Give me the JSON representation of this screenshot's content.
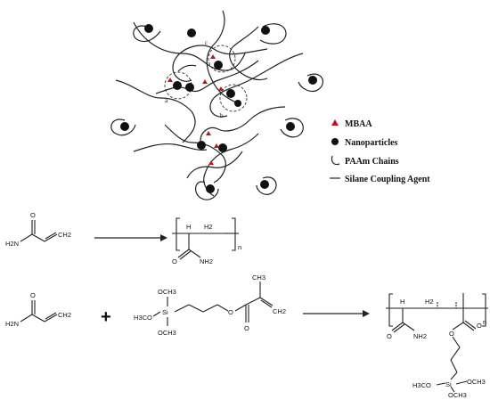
{
  "network": {
    "region_labels": [
      "a",
      "b",
      "c"
    ]
  },
  "legend": {
    "items": [
      {
        "label": "MBAA",
        "icon": "red-triangle-icon"
      },
      {
        "label": "Nanoparticles",
        "icon": "black-dot-icon"
      },
      {
        "label": "PAAm Chains",
        "icon": "curved-chain-icon"
      },
      {
        "label": "Silane Coupling Agent",
        "icon": "line-icon"
      }
    ]
  },
  "reaction1": {
    "monomer": {
      "amine": "H2N",
      "vinyl": "CH2"
    },
    "polymer": {
      "ch2": "H2",
      "ch": "H",
      "amine": "NH2",
      "n": "n"
    }
  },
  "reaction2": {
    "plus": "+",
    "monomer": {
      "amine": "H2N",
      "vinyl": "CH2"
    },
    "silane": {
      "top_methoxy": "OCH3",
      "si": "Si",
      "left_methoxy": "H3CO",
      "bottom_methoxy": "OCH3",
      "ester_o": "O",
      "carbonyl_o": "O",
      "vinyl": "CH2",
      "methyl": "CH3"
    },
    "product": {
      "ch": "H",
      "ch2": "H2",
      "methyl": "",
      "amine": "NH2",
      "ester_o": "O",
      "si": "Si",
      "left_methoxy": "H3CO",
      "right_methoxy": "OCH3",
      "bottom_methoxy": "OCH3",
      "n": "n"
    }
  },
  "colors": {
    "mbaa": "#c0151b",
    "ink": "#111111"
  }
}
